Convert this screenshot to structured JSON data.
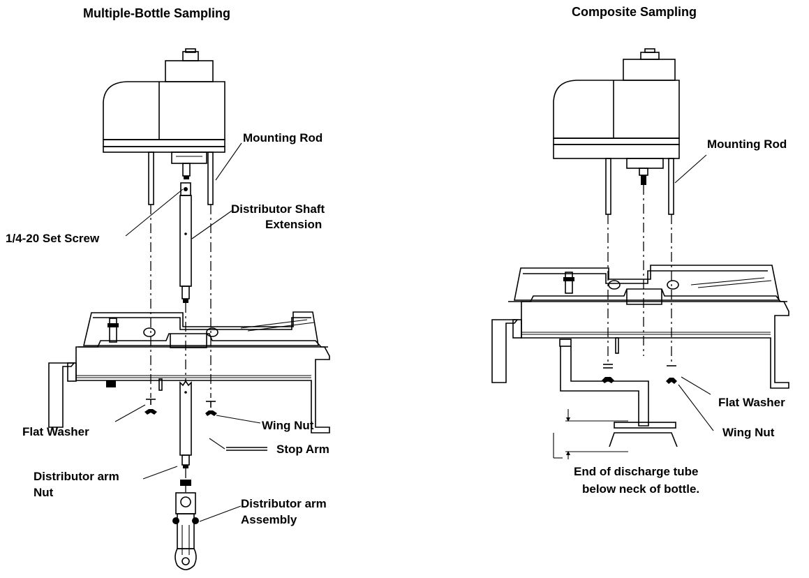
{
  "left": {
    "title": "Multiple-Bottle Sampling",
    "labels": {
      "mounting_rod": "Mounting Rod",
      "set_screw": "1/4-20 Set Screw",
      "shaft_ext_1": "Distributor Shaft",
      "shaft_ext_2": "Extension",
      "flat_washer": "Flat Washer",
      "wing_nut": "Wing Nut",
      "stop_arm": "Stop Arm",
      "arm_nut_1": "Distributor arm",
      "arm_nut_2": "Nut",
      "arm_assembly_1": "Distributor arm",
      "arm_assembly_2": "Assembly"
    }
  },
  "right": {
    "title": "Composite Sampling",
    "labels": {
      "mounting_rod": "Mounting Rod",
      "flat_washer": "Flat Washer",
      "wing_nut": "Wing Nut",
      "discharge_1": "End of discharge tube",
      "discharge_2": "below neck of bottle."
    }
  }
}
